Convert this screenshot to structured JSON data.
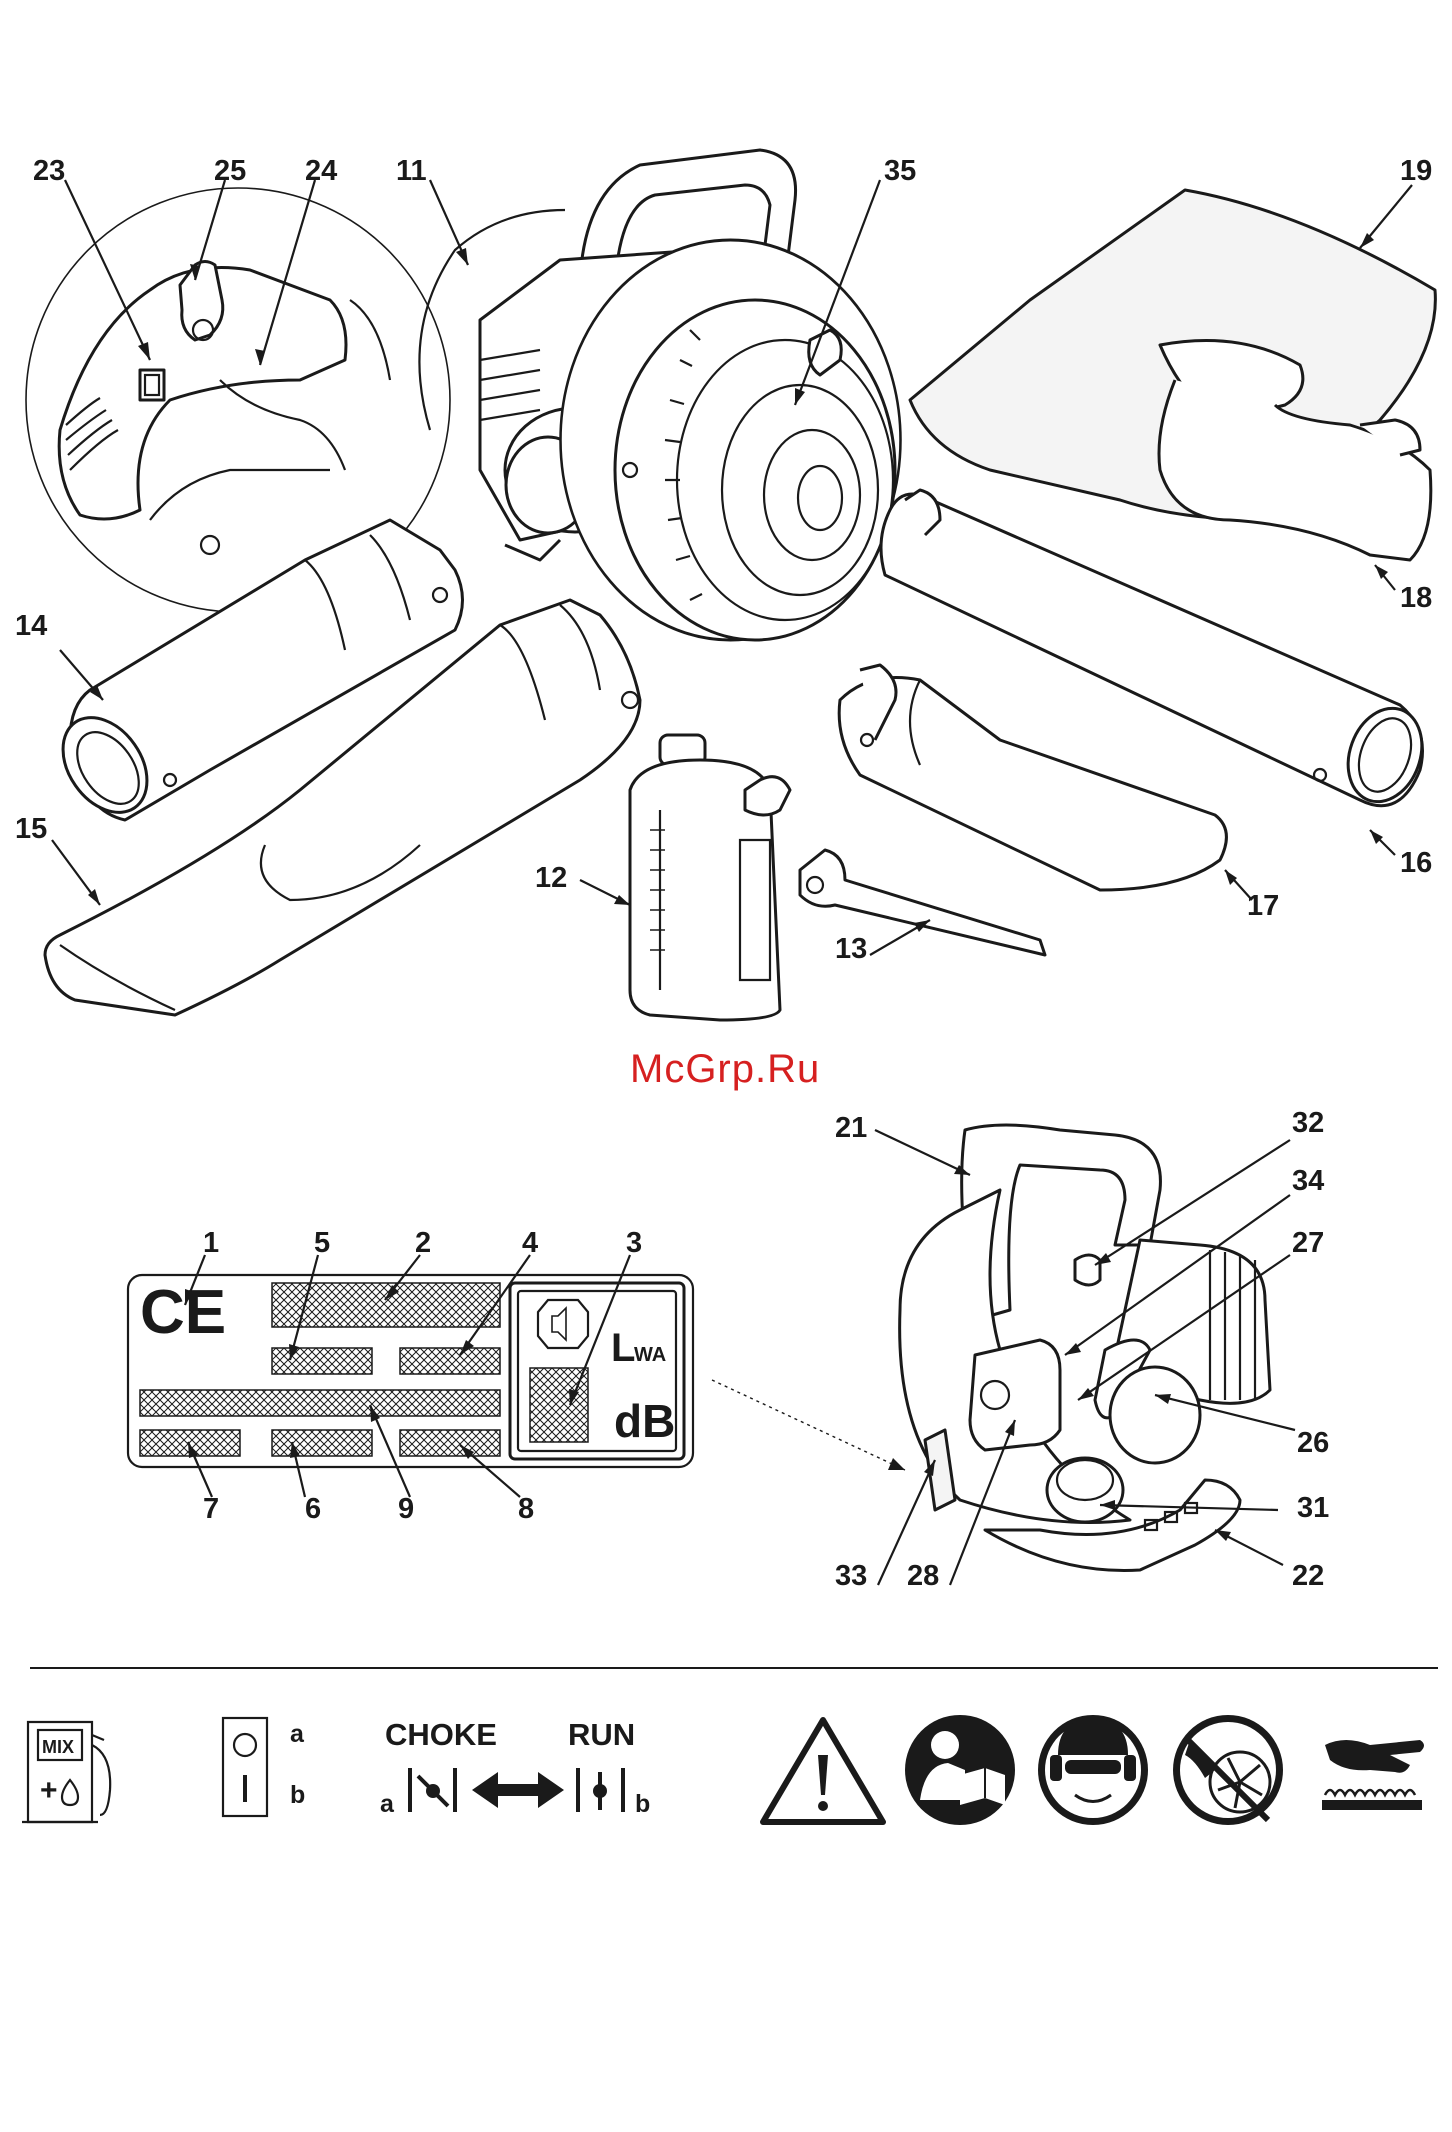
{
  "watermark": "McGrp.Ru",
  "callouts": {
    "c1": "1",
    "c2": "2",
    "c3": "3",
    "c4": "4",
    "c5": "5",
    "c6": "6",
    "c7": "7",
    "c8": "8",
    "c9": "9",
    "c11": "11",
    "c12": "12",
    "c13": "13",
    "c14": "14",
    "c15": "15",
    "c16": "16",
    "c17": "17",
    "c18": "18",
    "c19": "19",
    "c21": "21",
    "c22": "22",
    "c23": "23",
    "c24": "24",
    "c25": "25",
    "c26": "26",
    "c27": "27",
    "c28": "28",
    "c31": "31",
    "c32": "32",
    "c33": "33",
    "c34": "34",
    "c35": "35"
  },
  "rating_plate": {
    "ce_mark": "CE",
    "lwa": "L",
    "lwa_sub": "WA",
    "db": "dB"
  },
  "symbols": {
    "fuel_mix": "MIX",
    "fuel_plus": "+",
    "switch_a": "a",
    "switch_b": "b",
    "choke": "CHOKE",
    "run": "RUN",
    "choke_a": "a",
    "run_b": "b"
  },
  "icons": [
    "fuel-mix-icon",
    "on-off-switch-icon",
    "choke-run-icon",
    "warning-triangle-icon",
    "read-manual-icon",
    "ear-eye-protection-icon",
    "rotating-fan-hazard-icon",
    "hot-surface-icon"
  ]
}
